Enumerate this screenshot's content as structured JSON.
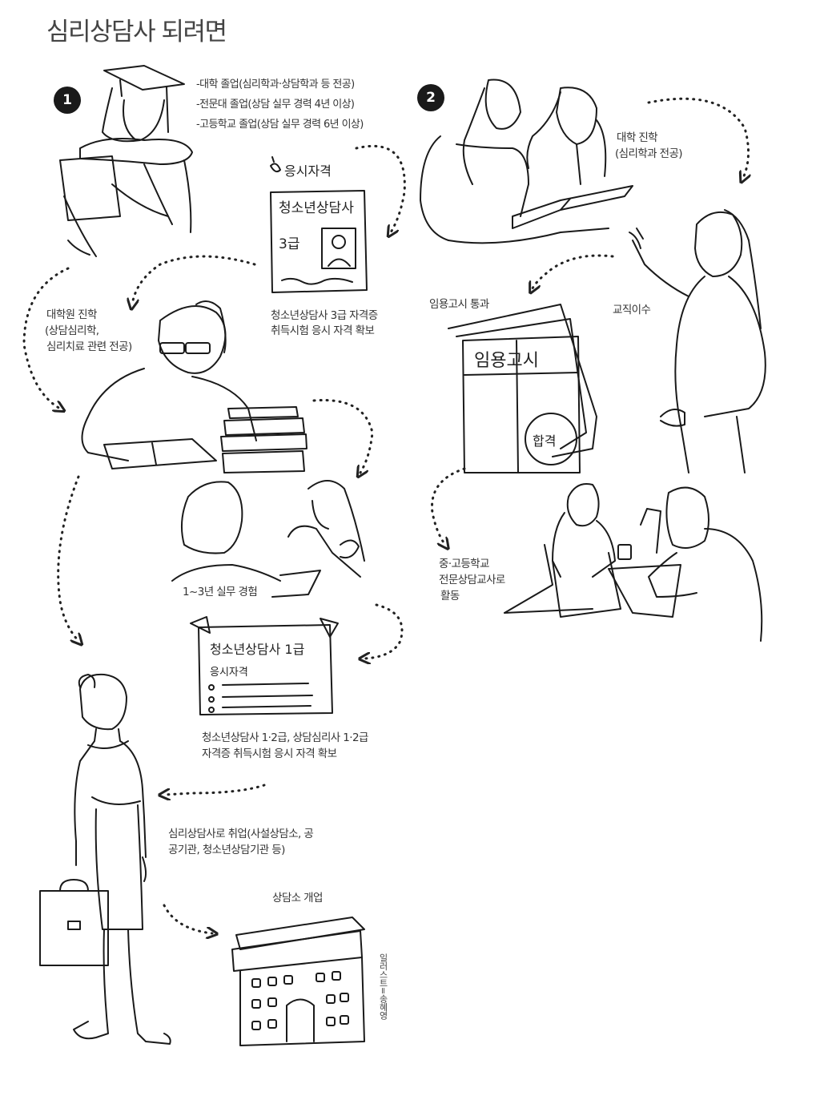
{
  "title": "심리상담사 되려면",
  "steps": {
    "one": "1",
    "two": "2"
  },
  "path1": {
    "requirements": [
      "-대학 졸업(심리학과·상담학과 등 전공)",
      "-전문대 졸업(상담 실무 경력 4년 이상)",
      "-고등학교 졸업(상담 실무 경력 6년 이상)"
    ],
    "cert3": {
      "sign": "응시자격",
      "card_title": "청소년상담사",
      "card_grade": "3급",
      "caption": [
        "청소년상담사 3급 자격증",
        "취득시험 응시 자격 확보"
      ]
    },
    "grad_school": [
      "대학원 진학",
      "(상담심리학,",
      "심리치료 관련 전공)"
    ],
    "practice": "1~3년 실무 경험",
    "cert1": {
      "note_title": "청소년상담사 1급",
      "note_sub": "응시자격",
      "caption": [
        "청소년상담사 1·2급, 상담심리사 1·2급",
        "자격증 취득시험 응시 자격 확보"
      ]
    },
    "employment": [
      "심리상담사로 취업(사설상담소, 공",
      "공기관, 청소년상담기관 등)"
    ],
    "open_office": "상담소 개업"
  },
  "path2": {
    "university": [
      "대학 진학",
      "(심리학과 전공)"
    ],
    "teaching": "교직이수",
    "exam_pass": "임용고시 통과",
    "exam_doc": {
      "title": "임용고시",
      "stamp": "합격"
    },
    "activity": [
      "중·고등학교",
      "전문상담교사로",
      "활동"
    ]
  },
  "credit": "일러스트=송혜영"
}
